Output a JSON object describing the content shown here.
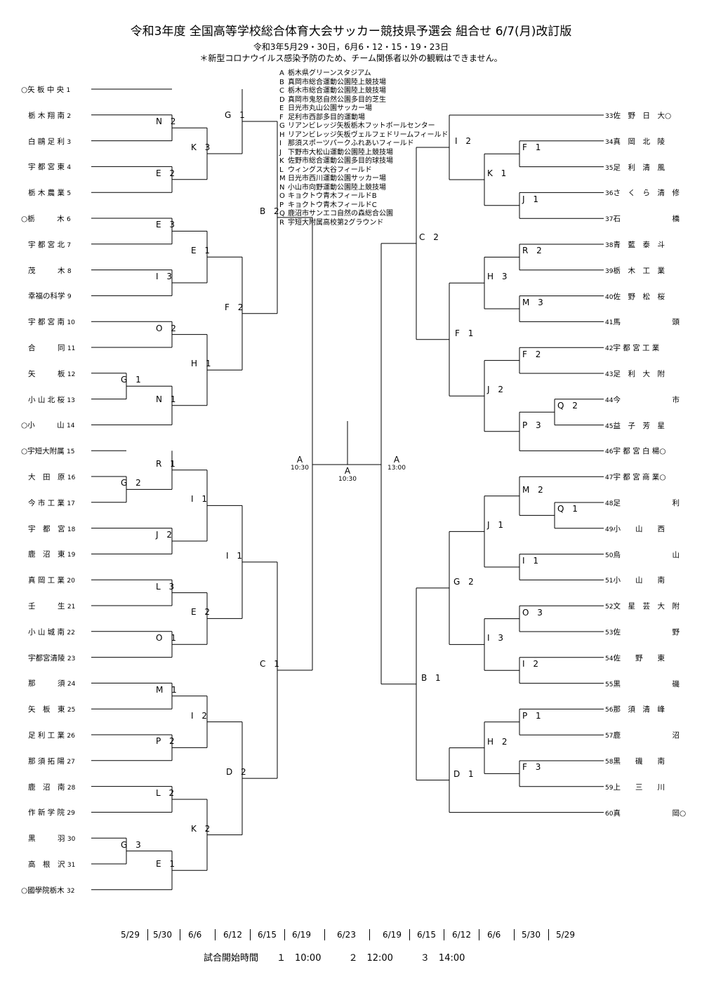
{
  "title": "令和3年度 全国高等学校総合体育大会サッカー競技県予選会 組合せ 6/7(月)改訂版",
  "subtitle_dates": "令和3年5月29・30日，6月6・12・15・19・23日",
  "notice": "＊新型コロナウイルス感染予防のため、チーム関係者以外の観戦はできません。",
  "venues": [
    {
      "code": "A",
      "name": "栃木県グリーンスタジアム"
    },
    {
      "code": "B",
      "name": "真岡市総合運動公園陸上競技場"
    },
    {
      "code": "C",
      "name": "栃木市総合運動公園陸上競技場"
    },
    {
      "code": "D",
      "name": "真岡市鬼怒自然公園多目的芝生"
    },
    {
      "code": "E",
      "name": "日光市丸山公園サッカー場"
    },
    {
      "code": "F",
      "name": "足利市西部多目的運動場"
    },
    {
      "code": "G",
      "name": "リアンビレッジ矢板栃木フットボールセンター"
    },
    {
      "code": "H",
      "name": "リアンビレッジ矢板ヴェルフェドリームフィールド"
    },
    {
      "code": "I",
      "name": "那須スポーツパークふれあいフィールド"
    },
    {
      "code": "J",
      "name": "下野市大松山運動公園陸上競技場"
    },
    {
      "code": "K",
      "name": "佐野市総合運動公園多目的球技場"
    },
    {
      "code": "L",
      "name": "ウィングス大谷フィールド"
    },
    {
      "code": "M",
      "name": "日光市西川運動公園サッカー場"
    },
    {
      "code": "N",
      "name": "小山市向野運動公園陸上競技場"
    },
    {
      "code": "O",
      "name": "キョクトウ青木フィールドB"
    },
    {
      "code": "P",
      "name": "キョクトウ青木フィールドC"
    },
    {
      "code": "Q",
      "name": "鹿沼市サンエコ自然の森総合公園"
    },
    {
      "code": "R",
      "name": "宇短大附属高校第2グラウンド"
    }
  ],
  "left_teams": [
    {
      "mark": "○",
      "name": "矢 板 中 央",
      "num": "1"
    },
    {
      "mark": "",
      "name": "栃 木 翔 南",
      "num": "2"
    },
    {
      "mark": "",
      "name": "白 鷗 足 利",
      "num": "3"
    },
    {
      "mark": "",
      "name": "宇 都 宮 東",
      "num": "4"
    },
    {
      "mark": "",
      "name": "栃 木 農 業",
      "num": "5"
    },
    {
      "mark": "○",
      "name": "栃　　　木",
      "num": "6"
    },
    {
      "mark": "",
      "name": "宇 都 宮 北",
      "num": "7"
    },
    {
      "mark": "",
      "name": "茂　　　木",
      "num": "8"
    },
    {
      "mark": "",
      "name": "幸福の科学",
      "num": "9"
    },
    {
      "mark": "",
      "name": "宇 都 宮 南",
      "num": "10"
    },
    {
      "mark": "",
      "name": "合　　　同",
      "num": "11"
    },
    {
      "mark": "",
      "name": "矢　　　板",
      "num": "12"
    },
    {
      "mark": "",
      "name": "小 山 北 桜",
      "num": "13"
    },
    {
      "mark": "○",
      "name": "小　　　山",
      "num": "14"
    },
    {
      "mark": "○",
      "name": "宇短大附属",
      "num": "15"
    },
    {
      "mark": "",
      "name": "大　田　原",
      "num": "16"
    },
    {
      "mark": "",
      "name": "今 市 工 業",
      "num": "17"
    },
    {
      "mark": "",
      "name": "宇　都　宮",
      "num": "18"
    },
    {
      "mark": "",
      "name": "鹿　沼　東",
      "num": "19"
    },
    {
      "mark": "",
      "name": "真 岡 工 業",
      "num": "20"
    },
    {
      "mark": "",
      "name": "壬　　　生",
      "num": "21"
    },
    {
      "mark": "",
      "name": "小 山 城 南",
      "num": "22"
    },
    {
      "mark": "",
      "name": "宇都宮清陵",
      "num": "23"
    },
    {
      "mark": "",
      "name": "那　　　須",
      "num": "24"
    },
    {
      "mark": "",
      "name": "矢　板　東",
      "num": "25"
    },
    {
      "mark": "",
      "name": "足 利 工 業",
      "num": "26"
    },
    {
      "mark": "",
      "name": "那 須 拓 陽",
      "num": "27"
    },
    {
      "mark": "",
      "name": "鹿　沼　南",
      "num": "28"
    },
    {
      "mark": "",
      "name": "作 新 学 院",
      "num": "29"
    },
    {
      "mark": "",
      "name": "黒　　　羽",
      "num": "30"
    },
    {
      "mark": "",
      "name": "高　根　沢",
      "num": "31"
    },
    {
      "mark": "○",
      "name": "國學院栃木",
      "num": "32"
    }
  ],
  "right_teams": [
    {
      "num": "33",
      "name": "佐　野　日　大",
      "mark": "○"
    },
    {
      "num": "34",
      "name": "真　岡　北　陵",
      "mark": ""
    },
    {
      "num": "35",
      "name": "足　利　清　風",
      "mark": ""
    },
    {
      "num": "36",
      "name": "さ　く　ら　清　修",
      "mark": ""
    },
    {
      "num": "37",
      "name": "石　　　　　　　橋",
      "mark": ""
    },
    {
      "num": "38",
      "name": "青　藍　泰　斗",
      "mark": ""
    },
    {
      "num": "39",
      "name": "栃　木　工　業",
      "mark": ""
    },
    {
      "num": "40",
      "name": "佐　野　松　桜",
      "mark": ""
    },
    {
      "num": "41",
      "name": "馬　　　　　　　頭",
      "mark": ""
    },
    {
      "num": "42",
      "name": "宇 都 宮 工 業",
      "mark": ""
    },
    {
      "num": "43",
      "name": "足　利　大　附",
      "mark": ""
    },
    {
      "num": "44",
      "name": "今　　　　　　　市",
      "mark": ""
    },
    {
      "num": "45",
      "name": "益　子　芳　星",
      "mark": ""
    },
    {
      "num": "46",
      "name": "宇 都 宮 白 楊",
      "mark": "○"
    },
    {
      "num": "47",
      "name": "宇 都 宮 商 業",
      "mark": "○"
    },
    {
      "num": "48",
      "name": "足　　　　　　　利",
      "mark": ""
    },
    {
      "num": "49",
      "name": "小　　山　　西",
      "mark": ""
    },
    {
      "num": "50",
      "name": "烏　　　　　　　山",
      "mark": ""
    },
    {
      "num": "51",
      "name": "小　　山　　南",
      "mark": ""
    },
    {
      "num": "52",
      "name": "文　星　芸　大　附",
      "mark": ""
    },
    {
      "num": "53",
      "name": "佐　　　　　　　野",
      "mark": ""
    },
    {
      "num": "54",
      "name": "佐　　野　　東",
      "mark": ""
    },
    {
      "num": "55",
      "name": "黒　　　　　　　磯",
      "mark": ""
    },
    {
      "num": "56",
      "name": "那　須　清　峰",
      "mark": ""
    },
    {
      "num": "57",
      "name": "鹿　　　　　　　沼",
      "mark": ""
    },
    {
      "num": "58",
      "name": "黒　　磯　　南",
      "mark": ""
    },
    {
      "num": "59",
      "name": "上　　三　　川",
      "mark": ""
    },
    {
      "num": "60",
      "name": "真　　　　　　　岡",
      "mark": "○"
    }
  ],
  "match_labels": {
    "left": [
      "N 2",
      "E 2",
      "K 3",
      "G 1",
      "E 3",
      "I 3",
      "E 1",
      "O 2",
      "G 1",
      "N 1",
      "H 1",
      "F 2",
      "B 2",
      "R 1",
      "G 2",
      "J 2",
      "I 1",
      "L 3",
      "O 1",
      "E 2",
      "I 1",
      "M 1",
      "P 2",
      "I 2",
      "L 2",
      "G 3",
      "E 1",
      "K 2",
      "D 2",
      "C 1"
    ],
    "right": [
      "F 1",
      "J 1",
      "K 1",
      "I 2",
      "R 2",
      "M 3",
      "H 3",
      "F 2",
      "Q 2",
      "P 3",
      "J 2",
      "F 1",
      "C 2",
      "M 2",
      "Q 1",
      "I 1",
      "J 1",
      "O 3",
      "I 2",
      "I 3",
      "G 2",
      "P 1",
      "F 3",
      "H 2",
      "D 1",
      "B 1"
    ]
  },
  "finals": {
    "left_semi": {
      "venue": "A",
      "time": "10:30"
    },
    "final": {
      "venue": "A",
      "time": "10:30"
    },
    "right_semi": {
      "venue": "A",
      "time": "13:00"
    }
  },
  "round_dates": [
    "5/29",
    "5/30",
    "6/6",
    "6/12",
    "6/15",
    "6/19",
    "6/23",
    "6/19",
    "6/15",
    "6/12",
    "6/6",
    "5/30",
    "5/29"
  ],
  "start_times": "試合開始時間　　１　10:00　　　２　12:00　　　３　14:00"
}
